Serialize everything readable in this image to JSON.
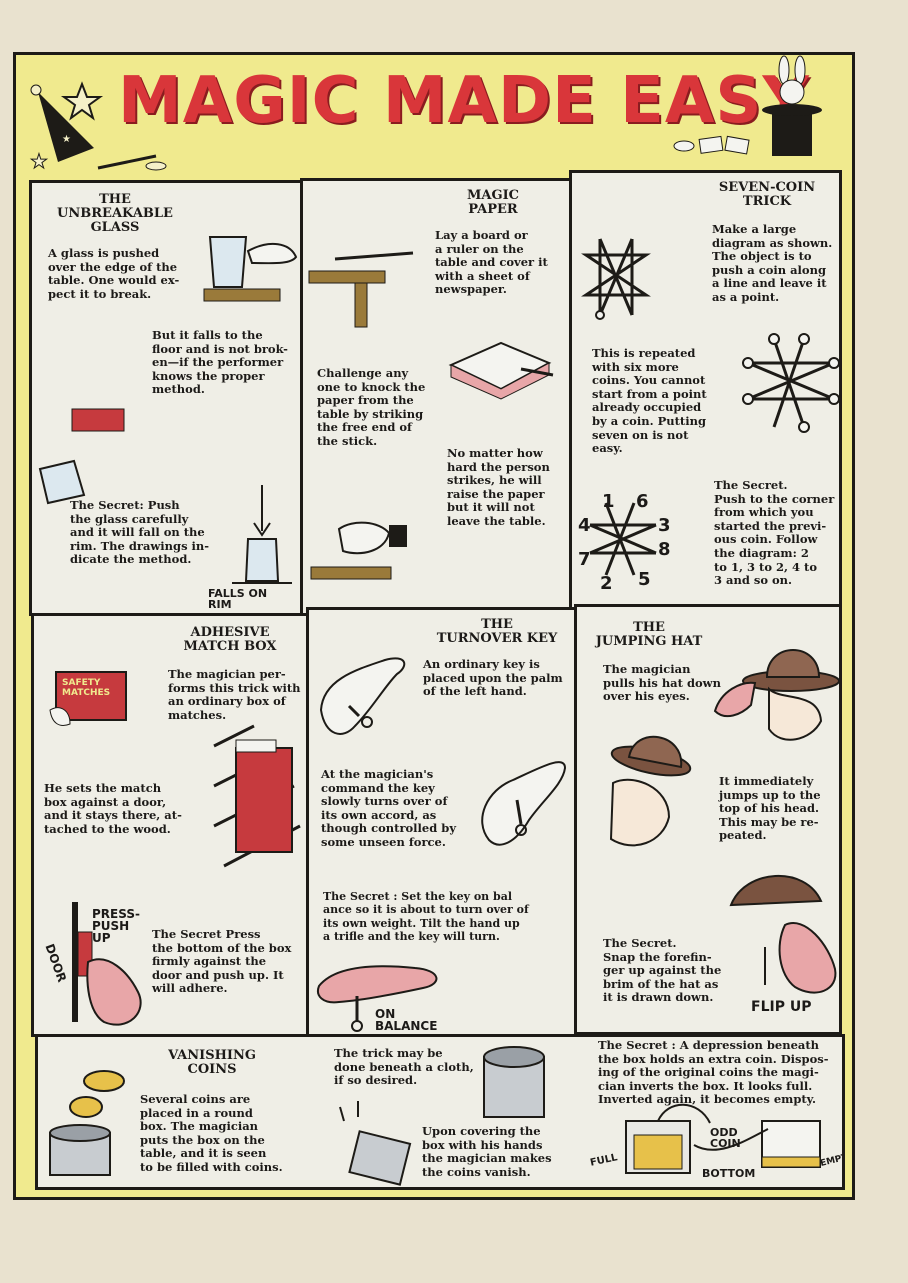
{
  "header": {
    "title": "MAGIC MADE EASY"
  },
  "panels": {
    "glass": {
      "title": "THE\nUNBREAKABLE\nGLASS",
      "p1": "A glass is pushed\nover the edge of the\ntable. One would ex-\npect it to break.",
      "p2": "But it falls to the\nfloor and is not brok-\nen—if the performer\nknows the proper\nmethod.",
      "p3": "The Secret: Push\nthe glass carefully\nand it will fall on the\nrim. The drawings in-\ndicate the method.",
      "label": "FALLS  ON\nRIM"
    },
    "paper": {
      "title": "MAGIC\nPAPER",
      "p1": "Lay a board or\na ruler on the\ntable and cover it\nwith a sheet of\nnewspaper.",
      "p2": "Challenge any\none to knock the\npaper from the\ntable by striking\nthe free end of\nthe stick.",
      "p3": "No matter how\nhard the person\nstrikes, he will\nraise the paper\nbut it will not\nleave the table."
    },
    "coin": {
      "title": "SEVEN-COIN\nTRICK",
      "p1": "Make a large\ndiagram as shown.\nThe object is to\npush a coin along\na line and leave it\nas a point.",
      "p2": "This is repeated\nwith six more\ncoins. You cannot\nstart from a point\nalready occupied\nby a coin. Putting\nseven on is not\neasy.",
      "p3": "The Secret.\nPush to the corner\nfrom which you\nstarted the previ-\nous coin. Follow\nthe diagram: 2\nto 1, 3 to 2, 4 to\n3 and so on.",
      "nums": [
        "1",
        "6",
        "4",
        "3",
        "8",
        "7",
        "2",
        "5"
      ]
    },
    "match": {
      "title": "ADHESIVE\nMATCH BOX",
      "p1": "The magician per-\nforms this trick with\nan ordinary box of\nmatches.",
      "p2": "He sets the match\nbox against a door,\nand it stays there, at-\ntached to the wood.",
      "p3": "The Secret Press\nthe bottom of the box\nfirmly against the\ndoor and push up. It\nwill adhere.",
      "label_box": "SAFETY\nMATCHES",
      "label_press": "PRESS-\nPUSH\nUP",
      "label_door": "DOOR"
    },
    "key": {
      "title": "THE\nTURNOVER KEY",
      "p1": "An ordinary key is\nplaced upon the palm\nof the left hand.",
      "p2": "At the magician's\ncommand the key\nslowly turns over of\nits own accord, as\nthough controlled by\nsome unseen force.",
      "p3": "The Secret : Set the key on bal\nance so it is about to turn over of\nits own weight. Tilt the hand up\na trifle and the key will turn.",
      "label": "ON\nBALANCE"
    },
    "hat": {
      "title": "THE\nJUMPING HAT",
      "p1": "The magician\npulls his hat down\nover his eyes.",
      "p2": "It immediately\njumps up to the\ntop of his head.\nThis may be re-\npeated.",
      "p3": "The Secret.\nSnap the forefin-\nger up against the\nbrim of the hat as\nit is drawn down.",
      "label": "FLIP UP"
    },
    "vanish": {
      "title": "VANISHING\nCOINS",
      "p1": "Several coins are\nplaced in a round\nbox. The magician\nputs the box on the\ntable, and it is seen\nto be filled with coins.",
      "p2": "The trick may be\ndone beneath a cloth,\nif so desired.",
      "p3": "Upon covering the\nbox with his hands\nthe magician makes\nthe coins vanish.",
      "p4": "The Secret : A depression beneath\nthe box holds an extra coin. Dispos-\ning of the original coins the magi-\ncian inverts the box. It looks full.\nInverted again, it becomes empty.",
      "lbl_full": "FULL",
      "lbl_odd": "ODD\nCOIN",
      "lbl_bottom": "BOTTOM",
      "lbl_empty": "EMPTY"
    }
  },
  "colors": {
    "accent": "#d9363a",
    "page": "#f0ea8e",
    "panel": "#efeee6"
  }
}
